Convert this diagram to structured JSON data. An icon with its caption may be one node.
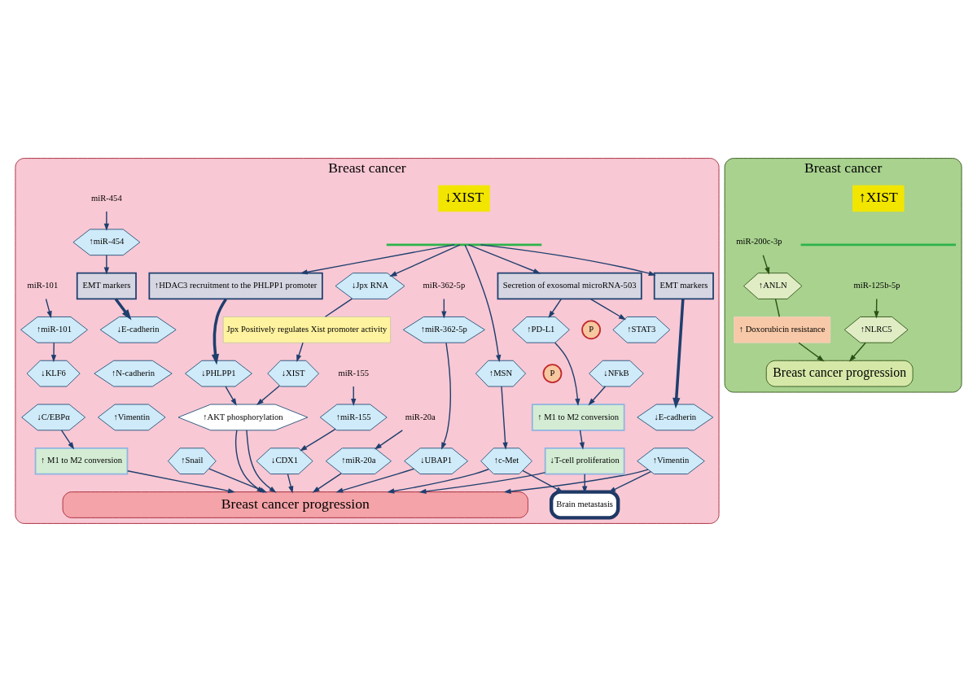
{
  "diagram": {
    "nodes": [
      {
        "text": [
          "Breast cancer"
        ]
      },
      {
        "text": [
          "↓XIST"
        ],
        "in": 0
      },
      {
        "text": [],
        "shape": "picture",
        "in": 0
      },
      {
        "text": [
          "miR-362-5p"
        ],
        "in": 0
      },
      {
        "text": [
          "miR-155"
        ],
        "in": 0
      },
      {
        "text": [
          "miR-454"
        ],
        "in": 0
      },
      {
        "text": [
          "miR-101"
        ],
        "in": 0
      },
      {
        "text": [
          "miR-20a"
        ],
        "in": 0
      },
      {
        "text": [
          "EMT markers"
        ],
        "in": 0
      },
      {
        "text": [
          "↑MSN"
        ],
        "in": 0
      },
      {
        "text": [
          "Secretion of exosomal microRNA-503"
        ],
        "in": 0
      },
      {
        "text": [
          "↑miR-362-5p"
        ],
        "in": 0
      },
      {
        "text": [
          "↑miR-155"
        ],
        "in": 0
      },
      {
        "text": [
          "↑miR-454"
        ],
        "in": 0
      },
      {
        "text": [
          "↑miR-101"
        ],
        "in": 0
      },
      {
        "text": [
          "↑miR-20a"
        ],
        "in": 0
      },
      {
        "text": [
          "↓Jpx RNA"
        ],
        "in": 0
      },
      {
        "text": [
          "↑HDAC3 recruitment to the PHLPP1 promoter"
        ],
        "in": 0
      },
      {
        "text": [
          "↓E-cadherin"
        ],
        "in": 0
      },
      {
        "text": [
          "↑Vimentin"
        ],
        "in": 0
      },
      {
        "text": [
          "↑c-Met"
        ],
        "in": 0
      },
      {
        "text": [
          "↓UBAP1"
        ],
        "in": 0
      },
      {
        "text": [
          "↓CDX1"
        ],
        "in": 0
      },
      {
        "text": [
          "↓KLF6"
        ],
        "in": 0
      },
      {
        "text": [
          "↓C/EBPα"
        ],
        "in": 0
      },
      {
        "text": [
          "Jpx Positively regulates Xist promoter activity"
        ],
        "in": 0
      },
      {
        "text": [
          "↓PHLPP1"
        ],
        "in": 0
      },
      {
        "text": [
          "P"
        ],
        "in": 0
      },
      {
        "text": [
          "↑STAT3"
        ],
        "in": 0
      },
      {
        "text": [
          "P"
        ],
        "in": 0
      },
      {
        "text": [
          "↓NFkB"
        ],
        "in": 0
      },
      {
        "text": [
          "↑PD-L1"
        ],
        "in": 0
      },
      {
        "text": [
          "↑ M1 to M2 conversion"
        ],
        "in": 0
      },
      {
        "text": [
          "EMT markers"
        ],
        "in": 0
      },
      {
        "text": [
          "↓XIST"
        ],
        "in": 0
      },
      {
        "text": [
          "↓T-cell proliferation"
        ],
        "in": 0
      },
      {
        "text": [
          "↓E-cadherin"
        ],
        "in": 0
      },
      {
        "text": [
          "↑N-cadherin"
        ],
        "in": 0
      },
      {
        "text": [
          "↑Vimentin"
        ],
        "in": 0
      },
      {
        "text": [
          "↑Snail"
        ],
        "in": 0
      },
      {
        "text": [
          "↑AKT phosphorylation"
        ],
        "in": 0
      },
      {
        "text": [
          "Brain metastasis"
        ],
        "in": 0
      },
      {
        "text": [
          "↑ M1 to M2 conversion"
        ],
        "in": 0
      },
      {
        "text": [
          "Breast cancer progression"
        ],
        "in": 0
      },
      {
        "text": [
          "Breast cancer"
        ]
      },
      {
        "text": [
          "↑XIST"
        ],
        "in": 44
      },
      {
        "text": [],
        "shape": "picture",
        "in": 44
      },
      {
        "text": [
          "miR-125b-5p"
        ],
        "in": 44
      },
      {
        "text": [
          "miR-200c-3p"
        ],
        "in": 44
      },
      {
        "text": [
          "↑NLRC5"
        ],
        "in": 44
      },
      {
        "text": [
          "↑ANLN"
        ],
        "in": 44
      },
      {
        "text": [
          "↑ Doxorubicin resistance"
        ],
        "in": 44
      },
      {
        "text": [
          "Breast cancer progression"
        ],
        "in": 44
      }
    ],
    "edges": [
      {
        "from": 2,
        "to": 8,
        "arrow": "to"
      },
      {
        "from": 2,
        "to": 9,
        "arrow": "to"
      },
      {
        "from": 2,
        "to": 10,
        "arrow": "to"
      },
      {
        "from": 3,
        "to": 11,
        "arrow": "to"
      },
      {
        "from": 4,
        "to": 12,
        "arrow": "to"
      },
      {
        "from": 5,
        "to": 13,
        "arrow": "to"
      },
      {
        "from": 6,
        "to": 14,
        "arrow": "to"
      },
      {
        "from": 7,
        "to": 15,
        "arrow": "to"
      },
      {
        "from": 2,
        "to": 16,
        "arrow": "to"
      },
      {
        "from": 2,
        "to": 17,
        "arrow": "to"
      },
      {
        "from": 8,
        "to": 18,
        "arrow": "to",
        "style": "thick"
      },
      {
        "from": 9,
        "to": 20,
        "arrow": "to"
      },
      {
        "from": 10,
        "to": 28,
        "arrow": "to"
      },
      {
        "from": 10,
        "to": 31,
        "arrow": "to"
      },
      {
        "from": 11,
        "to": 21,
        "arrow": "to"
      },
      {
        "from": 12,
        "to": 22,
        "arrow": "to"
      },
      {
        "from": 13,
        "to": 33,
        "arrow": "to"
      },
      {
        "from": 14,
        "to": 23,
        "arrow": "to"
      },
      {
        "from": 16,
        "to": 25,
        "arrow": "none"
      },
      {
        "from": 17,
        "to": 26,
        "arrow": "to",
        "style": "thick"
      },
      {
        "from": 30,
        "to": 32,
        "arrow": "to"
      },
      {
        "from": 31,
        "to": 32,
        "arrow": "to"
      },
      {
        "from": 33,
        "to": 36,
        "arrow": "to",
        "style": "thick"
      },
      {
        "from": 25,
        "to": 34,
        "arrow": "to"
      },
      {
        "from": 32,
        "to": 35,
        "arrow": "to"
      },
      {
        "from": 34,
        "to": 40,
        "arrow": "to"
      },
      {
        "from": 26,
        "to": 40,
        "arrow": "to"
      },
      {
        "from": 19,
        "to": 41,
        "arrow": "to"
      },
      {
        "from": 20,
        "to": 41,
        "arrow": "to"
      },
      {
        "from": 35,
        "to": 41,
        "arrow": "to"
      },
      {
        "from": 19,
        "to": 43,
        "arrow": "to"
      },
      {
        "from": 20,
        "to": 43,
        "arrow": "to"
      },
      {
        "from": 35,
        "to": 43,
        "arrow": "to"
      },
      {
        "from": 24,
        "to": 42,
        "arrow": "to"
      },
      {
        "from": 21,
        "to": 43,
        "arrow": "to"
      },
      {
        "from": 22,
        "to": 43,
        "arrow": "to"
      },
      {
        "from": 39,
        "to": 43,
        "arrow": "to"
      },
      {
        "from": 42,
        "to": 43,
        "arrow": "to"
      },
      {
        "from": 15,
        "to": 43,
        "arrow": "to"
      },
      {
        "from": 40,
        "to": 43,
        "arrow": "to"
      },
      {
        "from": 40,
        "to": 43,
        "arrow": "to"
      },
      {
        "from": 47,
        "to": 49,
        "arrow": "to",
        "color": "#2d5016"
      },
      {
        "from": 48,
        "to": 50,
        "arrow": "to",
        "color": "#2d5016"
      },
      {
        "from": 49,
        "to": 52,
        "arrow": "to",
        "color": "#2d5016"
      },
      {
        "from": 50,
        "to": 51,
        "arrow": "none",
        "color": "#2d5016"
      },
      {
        "from": 51,
        "to": 52,
        "arrow": "to",
        "color": "#2d5016"
      }
    ]
  }
}
